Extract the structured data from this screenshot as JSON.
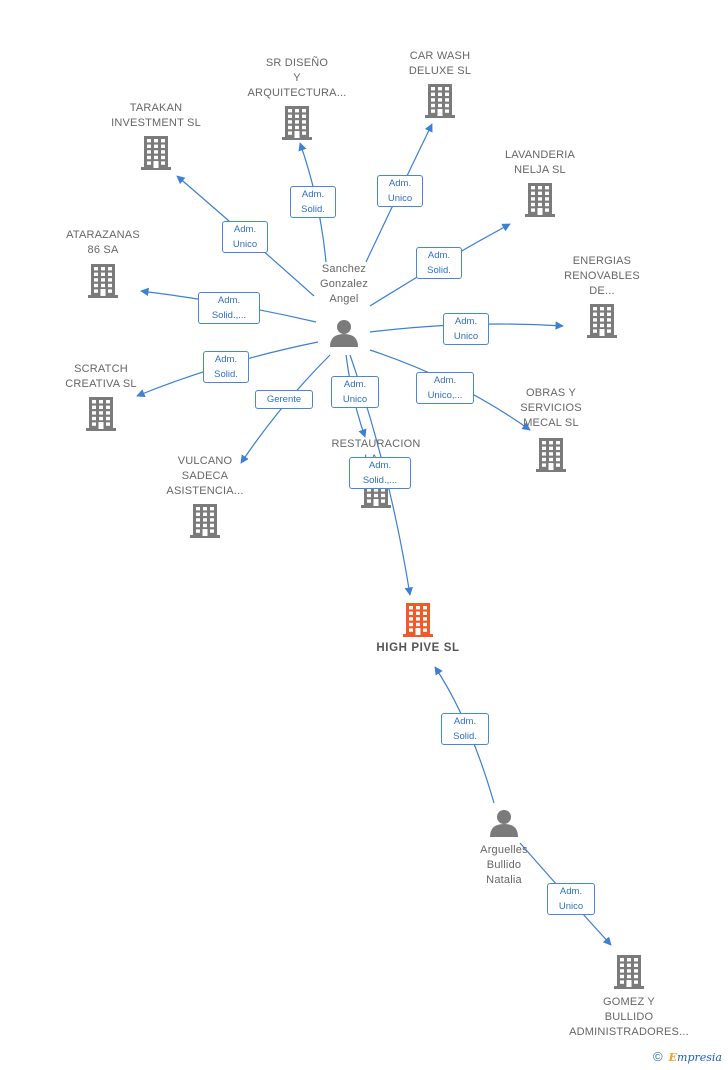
{
  "colors": {
    "edge": "#3c7fd6",
    "node": "#7b7b7b",
    "focus": "#f05a28",
    "role_border": "#4a86d8",
    "role_text": "#2f6fc6"
  },
  "people": [
    {
      "id": "sanchez",
      "lines": [
        "Sanchez",
        "Gonzalez",
        "Angel"
      ],
      "icon": "person-icon"
    },
    {
      "id": "arguelles",
      "lines": [
        "Arguelles",
        "Bullido",
        "Natalia"
      ],
      "icon": "person-icon"
    }
  ],
  "focus": {
    "id": "high_pive",
    "lines": [
      "HIGH PIVE SL"
    ],
    "icon": "building-icon"
  },
  "companies": [
    {
      "id": "sr_diseno",
      "lines": [
        "SR DISEÑO",
        "Y",
        "ARQUITECTURA..."
      ]
    },
    {
      "id": "car_wash",
      "lines": [
        "CAR WASH",
        "DELUXE SL"
      ]
    },
    {
      "id": "tarakan",
      "lines": [
        "TARAKAN",
        "INVESTMENT SL"
      ]
    },
    {
      "id": "lavanderia",
      "lines": [
        "LAVANDERIA",
        "NELJA SL"
      ]
    },
    {
      "id": "atarazanas",
      "lines": [
        "ATARAZANAS",
        "86 SA"
      ]
    },
    {
      "id": "energias",
      "lines": [
        "ENERGIAS",
        "RENOVABLES",
        "DE..."
      ]
    },
    {
      "id": "scratch",
      "lines": [
        "SCRATCH",
        "CREATIVA SL"
      ]
    },
    {
      "id": "obras",
      "lines": [
        "OBRAS Y",
        "SERVICIOS",
        "MECAL SL"
      ]
    },
    {
      "id": "restauracion",
      "lines": [
        "RESTAURACION",
        "LA..."
      ]
    },
    {
      "id": "vulcano",
      "lines": [
        "VULCANO",
        "SADECA",
        "ASISTENCIA..."
      ]
    },
    {
      "id": "gomez",
      "lines": [
        "GOMEZ Y",
        "BULLIDO",
        "ADMINISTRADORES..."
      ]
    }
  ],
  "relations": [
    {
      "id": "r_sr",
      "lines": [
        "Adm.",
        "Solid."
      ]
    },
    {
      "id": "r_car",
      "lines": [
        "Adm.",
        "Unico"
      ]
    },
    {
      "id": "r_tar",
      "lines": [
        "Adm.",
        "Unico"
      ]
    },
    {
      "id": "r_lav",
      "lines": [
        "Adm.",
        "Solid."
      ]
    },
    {
      "id": "r_ata",
      "lines": [
        "Adm.",
        "Solid.,..."
      ]
    },
    {
      "id": "r_ene",
      "lines": [
        "Adm.",
        "Unico"
      ]
    },
    {
      "id": "r_scr",
      "lines": [
        "Adm.",
        "Solid."
      ]
    },
    {
      "id": "r_obr",
      "lines": [
        "Adm.",
        "Unico,..."
      ]
    },
    {
      "id": "r_vul",
      "lines": [
        "Gerente"
      ]
    },
    {
      "id": "r_res",
      "lines": [
        "Adm.",
        "Unico"
      ]
    },
    {
      "id": "r_hp1",
      "lines": [
        "Adm.",
        "Solid.,..."
      ]
    },
    {
      "id": "r_hp2",
      "lines": [
        "Adm.",
        "Solid."
      ]
    },
    {
      "id": "r_gom",
      "lines": [
        "Adm.",
        "Unico"
      ]
    }
  ],
  "footer": {
    "copyright": "©",
    "brand_initial": "E",
    "brand_rest": "mpresia"
  }
}
